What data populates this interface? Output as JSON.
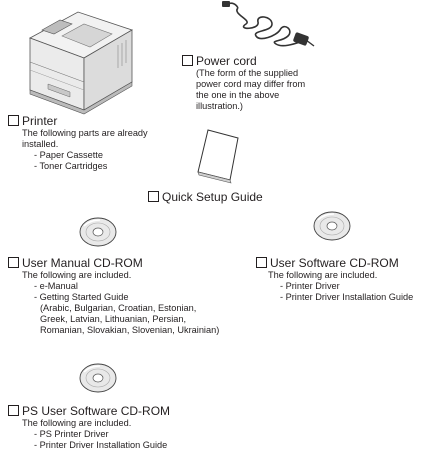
{
  "printer": {
    "title": "Printer",
    "note": "The following parts are already",
    "note2": "installed.",
    "parts": [
      "- Paper Cassette",
      "- Toner Cartridges"
    ]
  },
  "power_cord": {
    "title": "Power cord",
    "note_lines": [
      "(The form of the supplied",
      "power cord may differ from",
      "the one in the above",
      "illustration.)"
    ]
  },
  "quick_setup": {
    "title": "Quick Setup Guide"
  },
  "user_manual_cd": {
    "title": "User Manual CD-ROM",
    "intro": "The following are included.",
    "items": [
      "- e-Manual",
      "- Getting Started Guide"
    ],
    "languages": [
      "(Arabic, Bulgarian, Croatian, Estonian,",
      "Greek, Latvian, Lithuanian, Persian,",
      "Romanian, Slovakian, Slovenian, Ukrainian)"
    ]
  },
  "user_software_cd": {
    "title": "User Software CD-ROM",
    "intro": "The following are included.",
    "items": [
      "- Printer Driver",
      "- Printer Driver Installation Guide"
    ]
  },
  "ps_software_cd": {
    "title": "PS User Software CD-ROM",
    "intro": "The following are included.",
    "items": [
      "- PS Printer Driver",
      "- Printer Driver Installation Guide"
    ]
  }
}
